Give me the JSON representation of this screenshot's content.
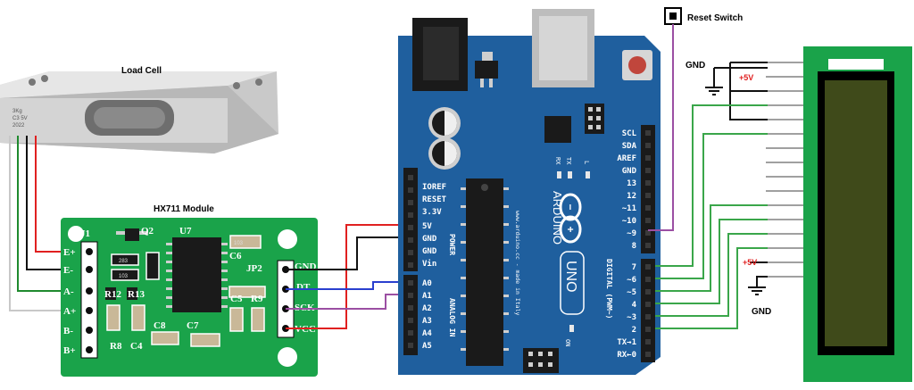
{
  "titles": {
    "load_cell": "Load Cell",
    "hx711": "HX711 Module",
    "reset_switch": "Reset Switch"
  },
  "load_cell": {
    "engraving": [
      "3Kg",
      "C3 5V",
      "2022"
    ]
  },
  "hx711": {
    "header_j1": "J1",
    "left_pins": [
      "E+",
      "E-",
      "A-",
      "A+",
      "B-",
      "B+"
    ],
    "header_jp2": "JP2",
    "right_pins": [
      "GND",
      "DT",
      "SCK",
      "VCC"
    ],
    "components": {
      "q2": "Q2",
      "u7": "U7",
      "c6": "C6",
      "r12": "R12",
      "r13": "R13",
      "r8": "R8",
      "c4": "C4",
      "c8": "C8",
      "c7": "C7",
      "c5": "C5",
      "r9": "R9",
      "chip_marks": [
        "283",
        "103",
        "103"
      ]
    }
  },
  "arduino": {
    "power_pins": [
      "IOREF",
      "RESET",
      "3.3V",
      "5V",
      "GND",
      "GND",
      "Vin"
    ],
    "power_label": "POWER",
    "analog_pins": [
      "A0",
      "A1",
      "A2",
      "A3",
      "A4",
      "A5"
    ],
    "analog_label": "ANALOG IN",
    "top_digital_pins": [
      "SCL",
      "SDA",
      "AREF",
      "GND",
      "13",
      "12",
      "~11",
      "~10",
      "~9",
      "8"
    ],
    "bottom_digital_pins": [
      "7",
      "~6",
      "~5",
      "4",
      "~3",
      "2",
      "TX→1",
      "RX←0"
    ],
    "digital_label": "DIGITAL (PWM~)",
    "brand": "ARDUINO",
    "model": "UNO",
    "tx": "TX",
    "rx": "RX",
    "led_l": "L",
    "on": "ON",
    "website": "www.arduino.cc - made in Italy"
  },
  "lcd_labels": {
    "gnd_top": "GND",
    "vcc_top": "+5V",
    "vcc_bottom": "+5V",
    "gnd_bottom": "GND"
  },
  "colors": {
    "board_blue": "#1f5f9e",
    "hx_green": "#1aa34a",
    "wire_red": "#e02020",
    "wire_black": "#111111",
    "wire_blue": "#2a3fcf",
    "wire_purple": "#9b4fa3",
    "wire_green": "#3aa64a",
    "wire_white": "#c8c8c8",
    "lcd_frame": "#1aa34a",
    "lcd_screen": "#3f4a1a"
  }
}
